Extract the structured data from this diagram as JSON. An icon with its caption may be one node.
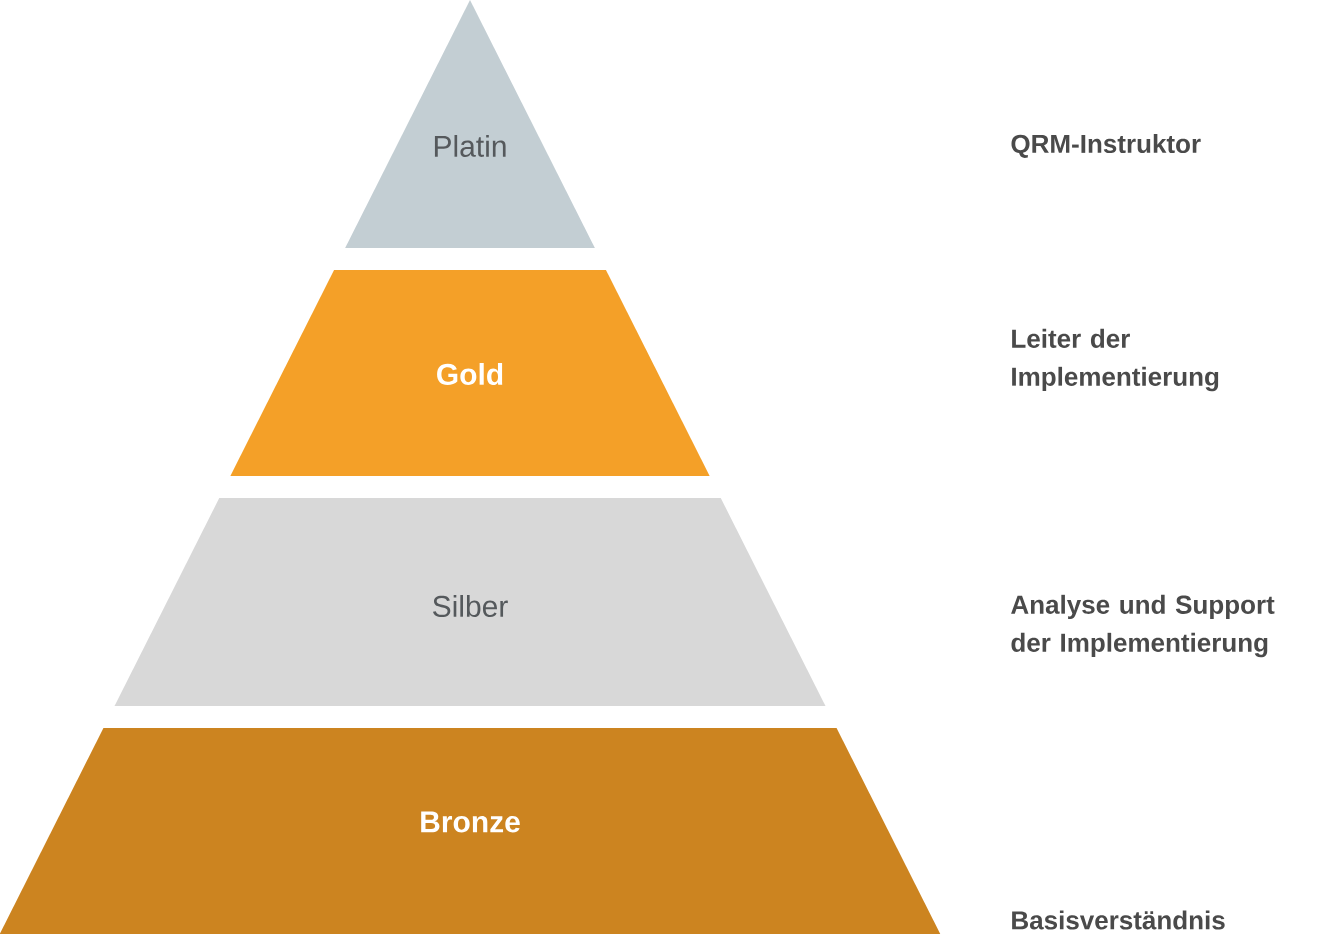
{
  "diagram": {
    "nodes": [
      {
        "text": [
          "Platin"
        ]
      },
      {
        "text": [
          "Gold"
        ]
      },
      {
        "text": [
          "Silber"
        ]
      },
      {
        "text": [
          "Bronze"
        ]
      }
    ],
    "labels": [
      "QRM-Instruktor",
      "Leiter der Implementierung",
      "Analyse und Support der Implementierung",
      "Basisverständnis"
    ]
  }
}
